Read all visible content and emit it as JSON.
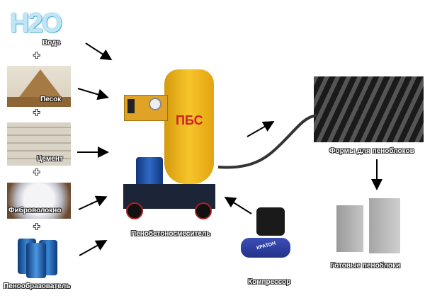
{
  "ingredients": [
    {
      "label": "Вода",
      "logo_text": "H2O"
    },
    {
      "label": "Песок"
    },
    {
      "label": "Цемент"
    },
    {
      "label": "Фиброволокно"
    },
    {
      "label": "Пенообразователь"
    }
  ],
  "plus": "+",
  "mixer": {
    "label": "Пенобетоносмеситель",
    "tank_text": "ПБС"
  },
  "compressor": {
    "label": "Компрессор",
    "brand": "КРАТОН"
  },
  "forms": {
    "label": "Формы для пеноблоков"
  },
  "blocks": {
    "label": "Готовые пеноблоки"
  },
  "colors": {
    "tank": "#f2b418",
    "tank_text": "#d0202a",
    "motor": "#1e4fa0",
    "barrel": "#1f63b4"
  }
}
